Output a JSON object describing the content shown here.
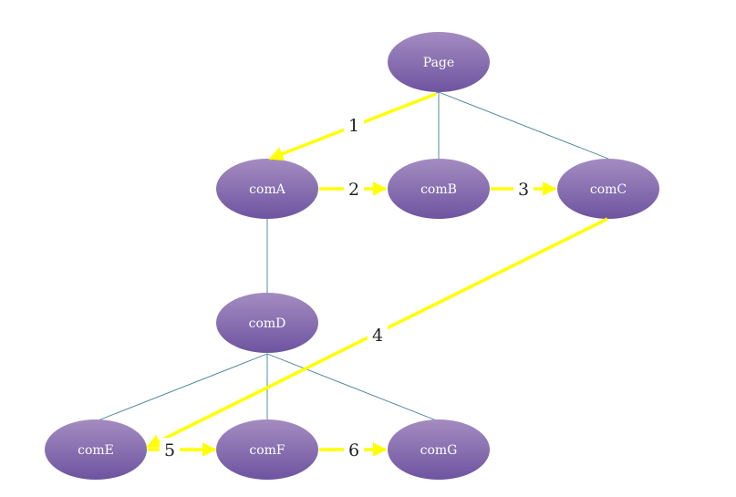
{
  "diagram": {
    "colors": {
      "node_fill_top": "#a48cc1",
      "node_fill_bottom": "#6e54a0",
      "edge": "#3f7f95",
      "arrow": "#ffff00"
    },
    "nodes": {
      "page": "Page",
      "coma": "comA",
      "comb": "comB",
      "comc": "comC",
      "comd": "comD",
      "come": "comE",
      "comf": "comF",
      "comg": "comG"
    },
    "tree_edges": [
      {
        "from": "page",
        "to": "coma"
      },
      {
        "from": "page",
        "to": "comb"
      },
      {
        "from": "page",
        "to": "comc"
      },
      {
        "from": "coma",
        "to": "comd"
      },
      {
        "from": "comd",
        "to": "come"
      },
      {
        "from": "comd",
        "to": "comf"
      },
      {
        "from": "comd",
        "to": "comg"
      }
    ],
    "steps": [
      {
        "label": "1",
        "from": "page",
        "to": "coma"
      },
      {
        "label": "2",
        "from": "coma",
        "to": "comb"
      },
      {
        "label": "3",
        "from": "comb",
        "to": "comc"
      },
      {
        "label": "4",
        "from": "comc",
        "to": "come"
      },
      {
        "label": "5",
        "from": "come",
        "to": "comf"
      },
      {
        "label": "6",
        "from": "comf",
        "to": "comg"
      }
    ]
  }
}
